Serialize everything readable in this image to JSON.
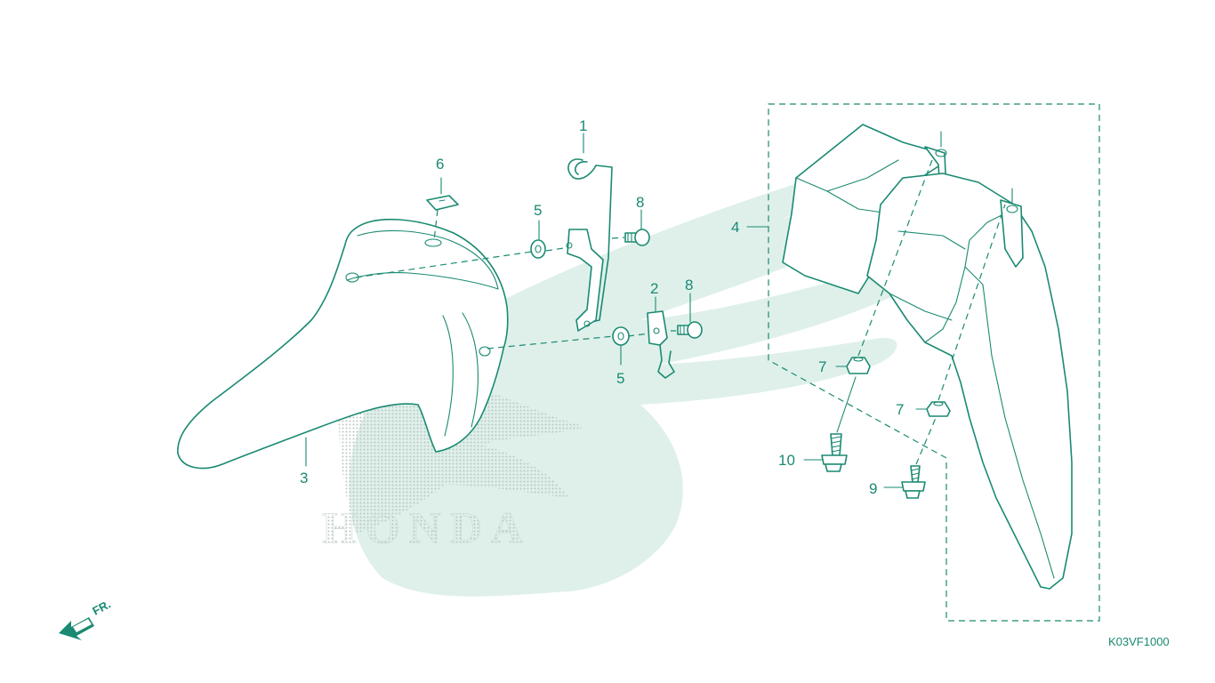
{
  "callouts": {
    "c1": "1",
    "c2": "2",
    "c3": "3",
    "c4": "4",
    "c5a": "5",
    "c5b": "5",
    "c6": "6",
    "c7a": "7",
    "c7b": "7",
    "c8a": "8",
    "c8b": "8",
    "c9": "9",
    "c10": "10"
  },
  "diagram_code": "K03VF1000",
  "front_arrow_label": "FR.",
  "watermark": {
    "brand": "HONDA"
  },
  "colors": {
    "line": "#1a8a72",
    "watermark": "#dff0ea"
  }
}
